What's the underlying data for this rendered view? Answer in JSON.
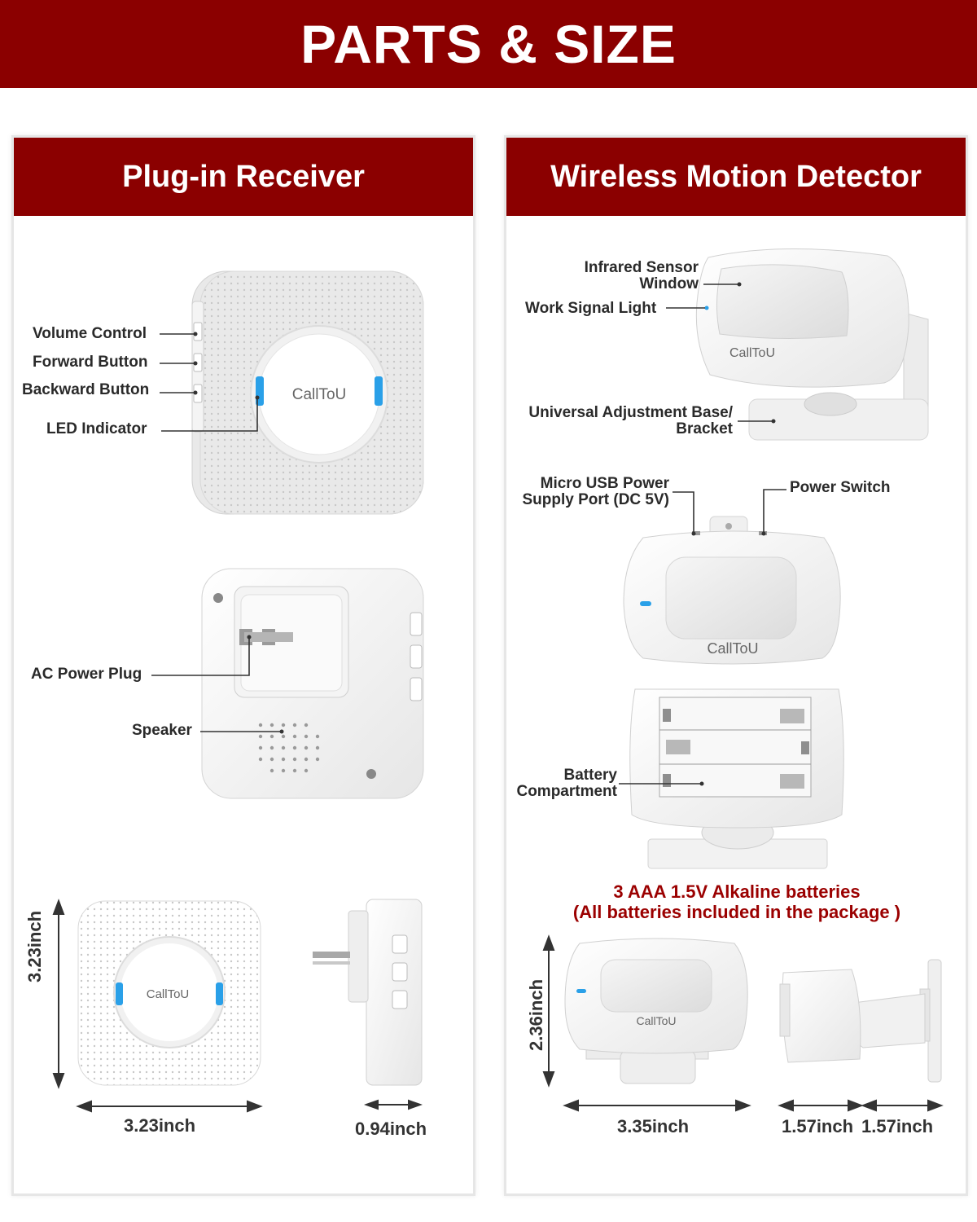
{
  "header": {
    "title": "PARTS & SIZE"
  },
  "left_panel": {
    "title": "Plug-in Receiver",
    "labels": {
      "volume_control": "Volume Control",
      "forward_button": "Forward Button",
      "backward_button": "Backward Button",
      "led_indicator": "LED Indicator",
      "ac_power_plug": "AC Power Plug",
      "speaker": "Speaker"
    },
    "brand": "CallToU",
    "dimensions": {
      "height": "3.23inch",
      "width": "3.23inch",
      "depth": "0.94inch"
    }
  },
  "right_panel": {
    "title": "Wireless Motion Detector",
    "labels": {
      "infrared_sensor_line1": "Infrared Sensor",
      "infrared_sensor_line2": "Window",
      "work_signal_light": "Work Signal Light",
      "adjustment_base_line1": "Universal Adjustment Base/",
      "adjustment_base_line2": "Bracket",
      "micro_usb_line1": "Micro USB Power",
      "micro_usb_line2": "Supply Port (DC 5V)",
      "power_switch": "Power Switch",
      "battery_line1": "Battery",
      "battery_line2": "Compartment"
    },
    "brand": "CallToU",
    "battery_note": {
      "line1": "3 AAA 1.5V Alkaline batteries",
      "line2": "(All batteries included in the package )"
    },
    "dimensions": {
      "height": "2.36inch",
      "width": "3.35inch",
      "depth_a": "1.57inch",
      "depth_b": "1.57inch"
    }
  },
  "colors": {
    "brand_red": "#8b0000",
    "note_red": "#9b0000",
    "led_blue": "#2aa0e8"
  }
}
